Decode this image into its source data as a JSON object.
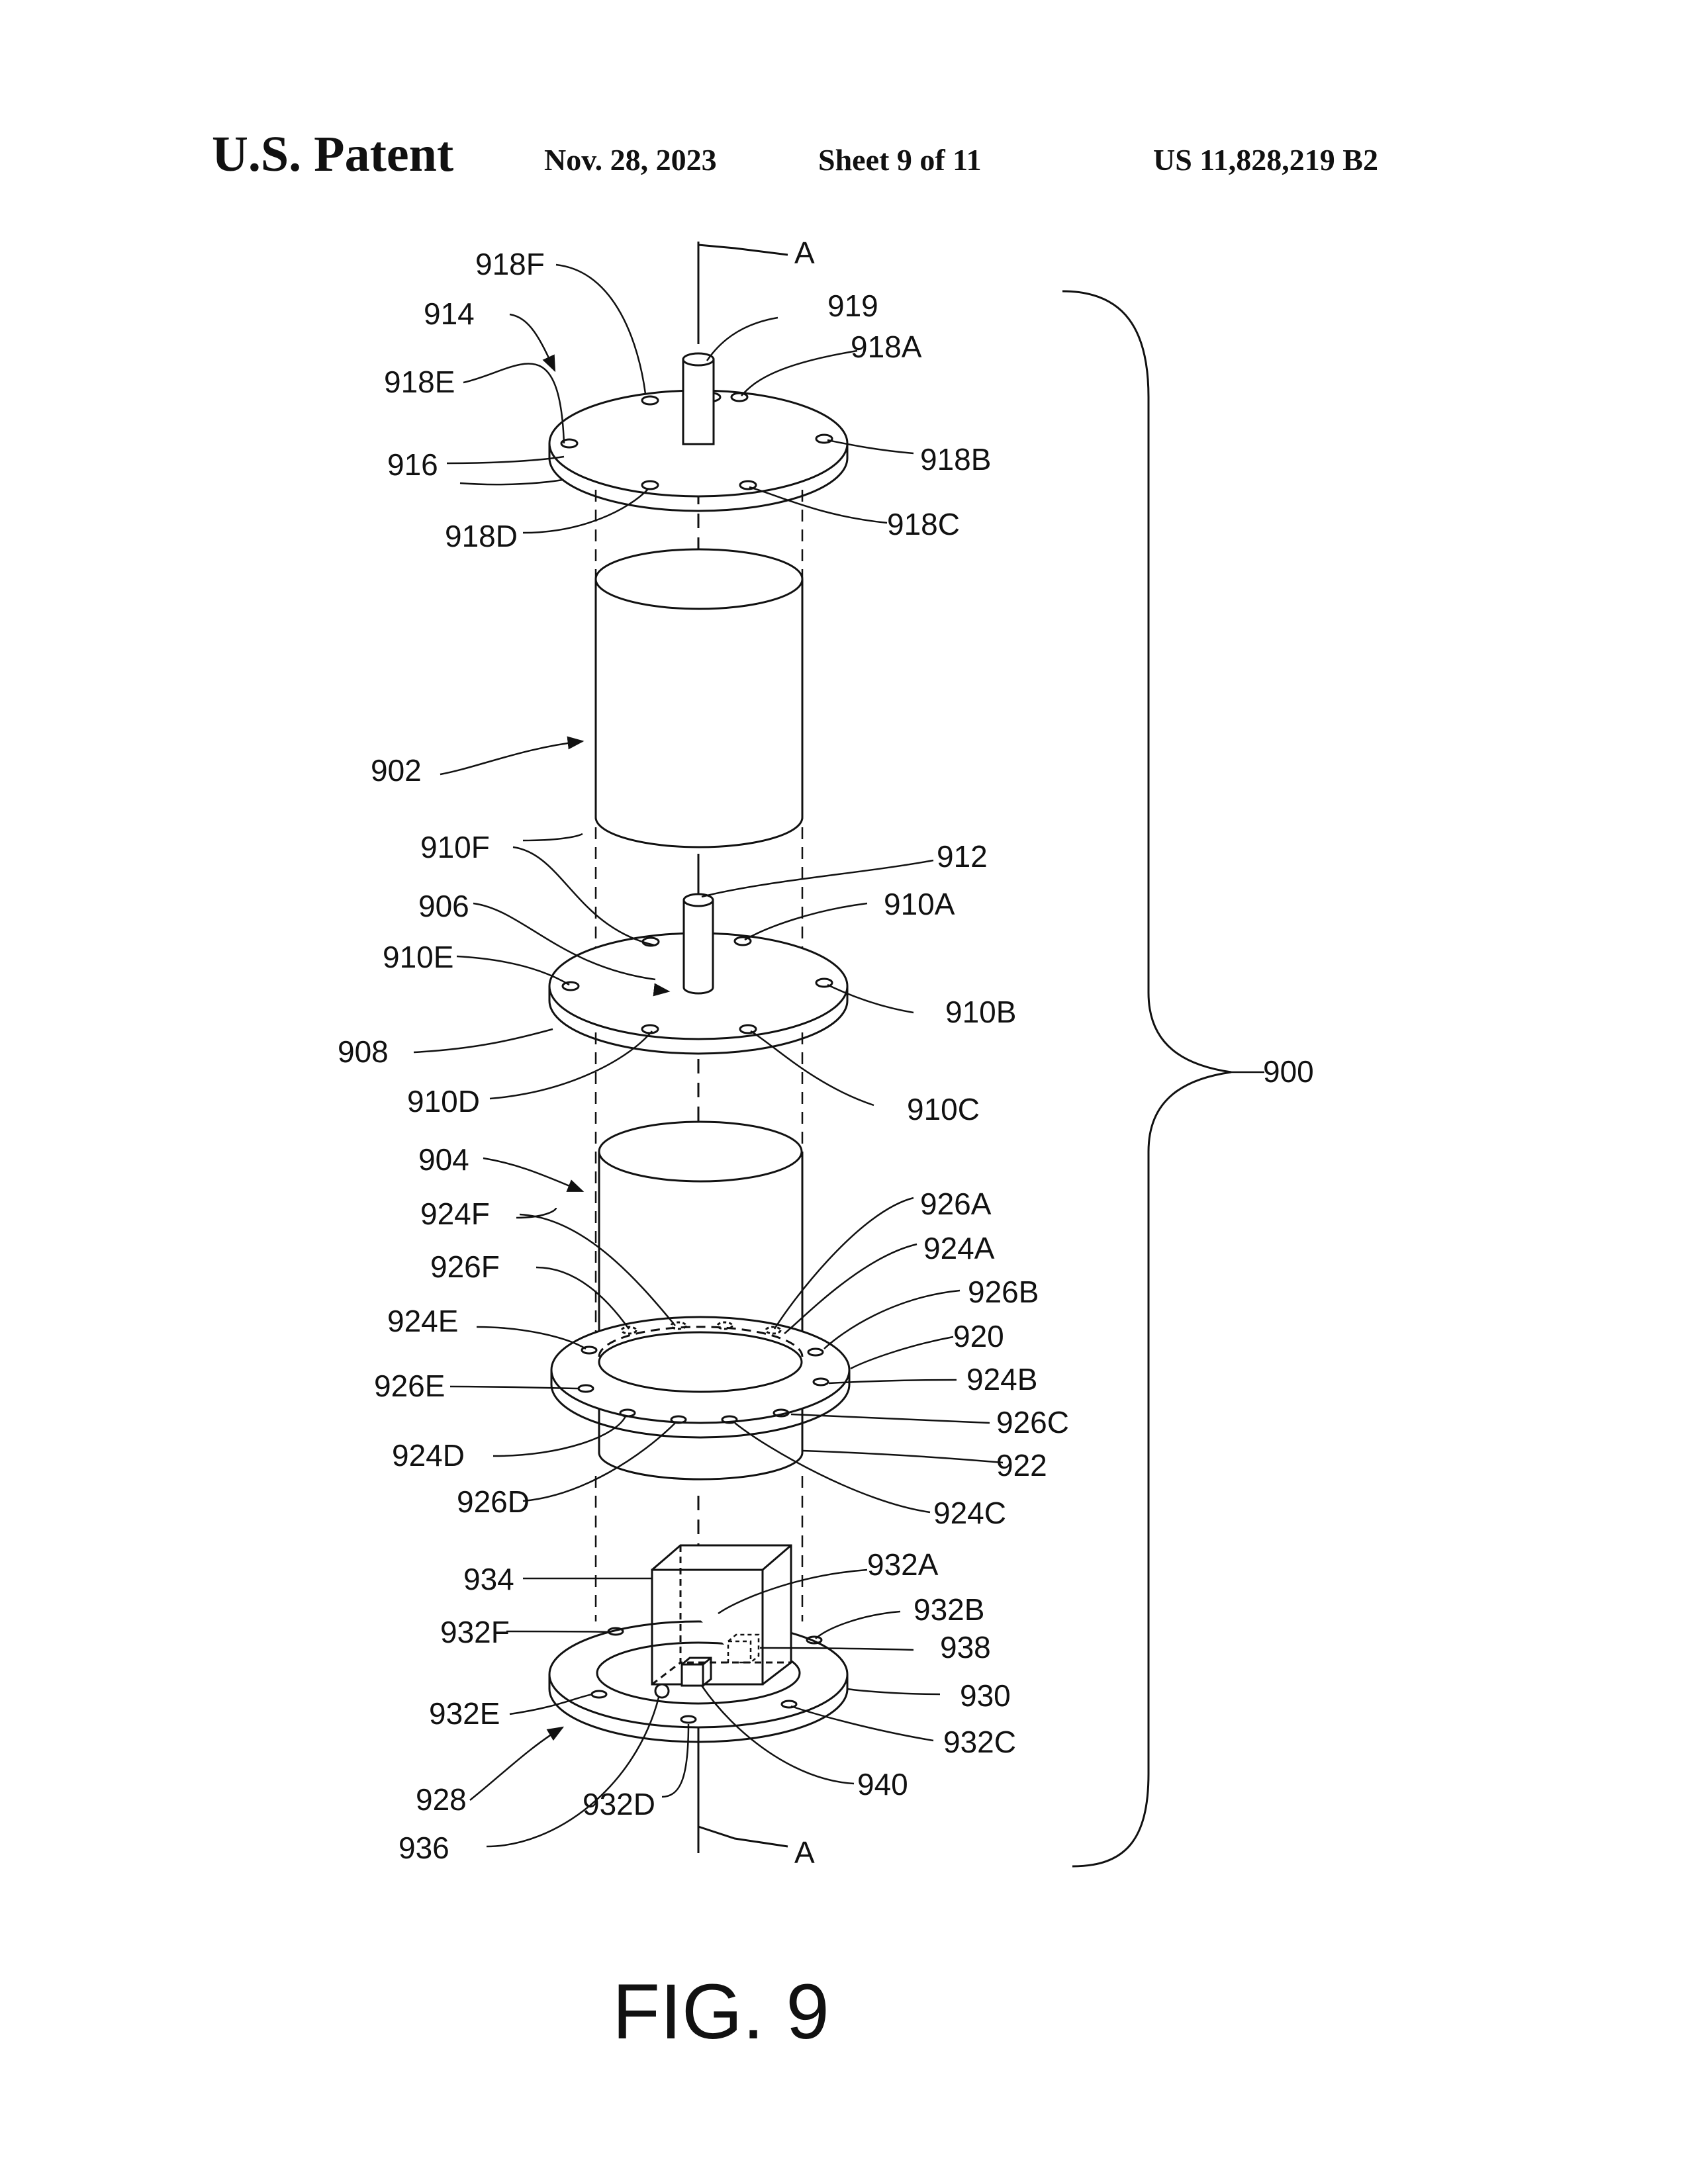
{
  "header": {
    "left": "U.S. Patent",
    "date": "Nov. 28, 2023",
    "sheet": "Sheet 9 of 11",
    "number": "US 11,828,219 B2"
  },
  "figure": {
    "title": "FIG. 9",
    "labels": {
      "A_top": "A",
      "A_bottom": "A",
      "l900": "900",
      "l902": "902",
      "l904": "904",
      "l906": "906",
      "l908": "908",
      "l910A": "910A",
      "l910B": "910B",
      "l910C": "910C",
      "l910D": "910D",
      "l910E": "910E",
      "l910F": "910F",
      "l912": "912",
      "l914": "914",
      "l916": "916",
      "l918A": "918A",
      "l918B": "918B",
      "l918C": "918C",
      "l918D": "918D",
      "l918E": "918E",
      "l918F": "918F",
      "l919": "919",
      "l920": "920",
      "l922": "922",
      "l924A": "924A",
      "l924B": "924B",
      "l924C": "924C",
      "l924D": "924D",
      "l924E": "924E",
      "l924F": "924F",
      "l926A": "926A",
      "l926B": "926B",
      "l926C": "926C",
      "l926D": "926D",
      "l926E": "926E",
      "l926F": "926F",
      "l928": "928",
      "l930": "930",
      "l932A": "932A",
      "l932B": "932B",
      "l932C": "932C",
      "l932D": "932D",
      "l932E": "932E",
      "l932F": "932F",
      "l934": "934",
      "l936": "936",
      "l938": "938",
      "l940": "940"
    }
  }
}
